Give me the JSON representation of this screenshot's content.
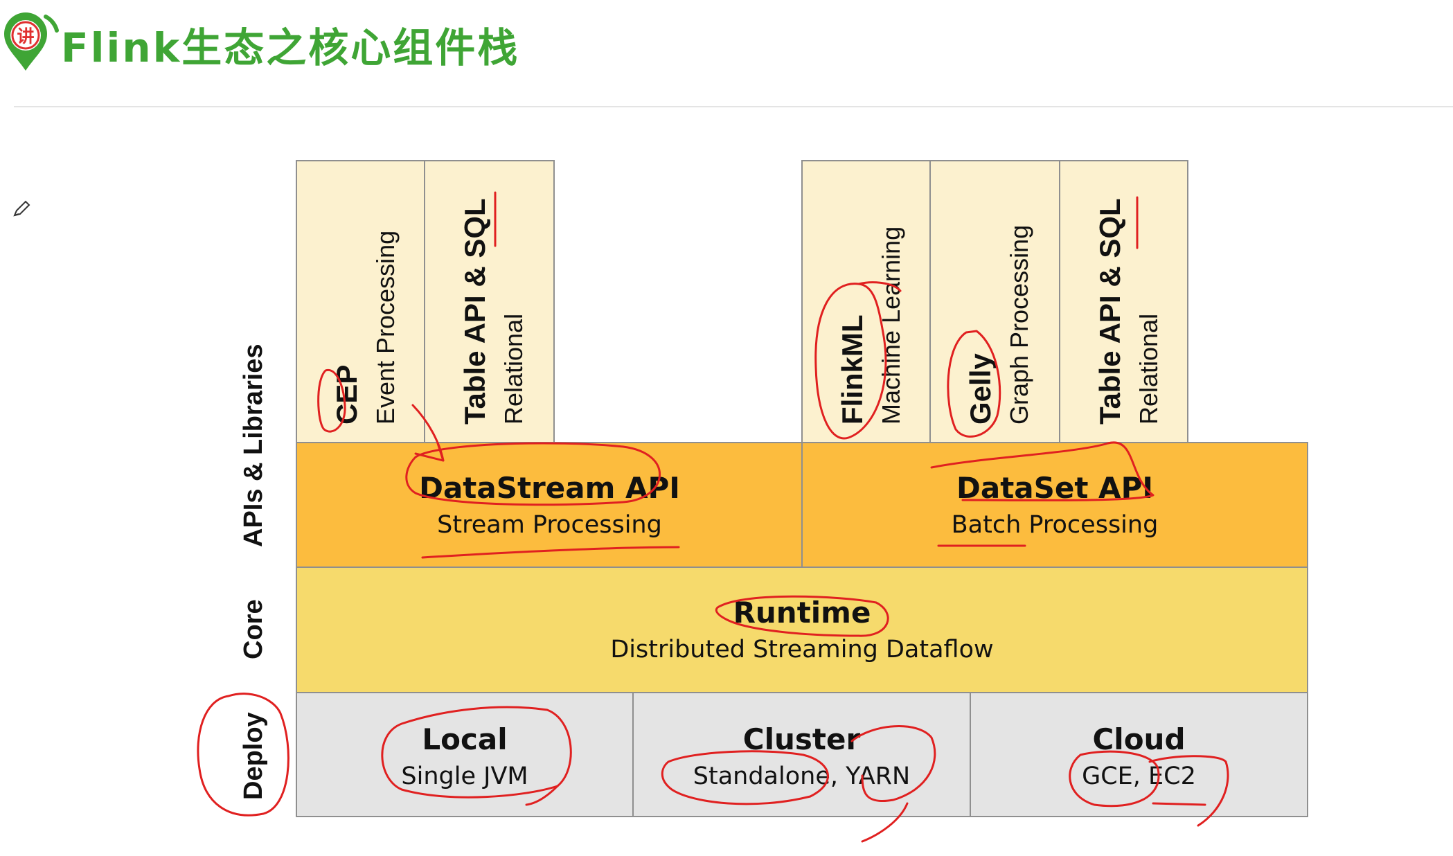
{
  "title": "Flink生态之核心组件栈",
  "logo_glyph": "讲",
  "side_labels": {
    "apis": "APIs & Libraries",
    "core": "Core",
    "deploy": "Deploy"
  },
  "libraries": [
    {
      "name": "CEP",
      "desc": "Event Processing"
    },
    {
      "name": "Table API & SQL",
      "desc": "Relational"
    },
    {
      "name": "FlinkML",
      "desc": "Machine Learning"
    },
    {
      "name": "Gelly",
      "desc": "Graph Processing"
    },
    {
      "name": "Table API & SQL",
      "desc": "Relational"
    }
  ],
  "apis": {
    "datastream": {
      "name": "DataStream API",
      "desc": "Stream Processing"
    },
    "dataset": {
      "name": "DataSet API",
      "desc": "Batch Processing"
    }
  },
  "core": {
    "name": "Runtime",
    "desc": "Distributed Streaming Dataflow"
  },
  "deploy": [
    {
      "name": "Local",
      "desc": "Single JVM"
    },
    {
      "name": "Cluster",
      "desc": "Standalone, YARN"
    },
    {
      "name": "Cloud",
      "desc": "GCE, EC2"
    }
  ],
  "colors": {
    "title": "#3fa535",
    "library": "#fcf1cf",
    "api": "#fcbc3e",
    "core": "#f6da6c",
    "deploy": "#e4e4e4",
    "annotation": "#e02020"
  },
  "icons": [
    "location-pin-icon",
    "pencil-icon"
  ]
}
